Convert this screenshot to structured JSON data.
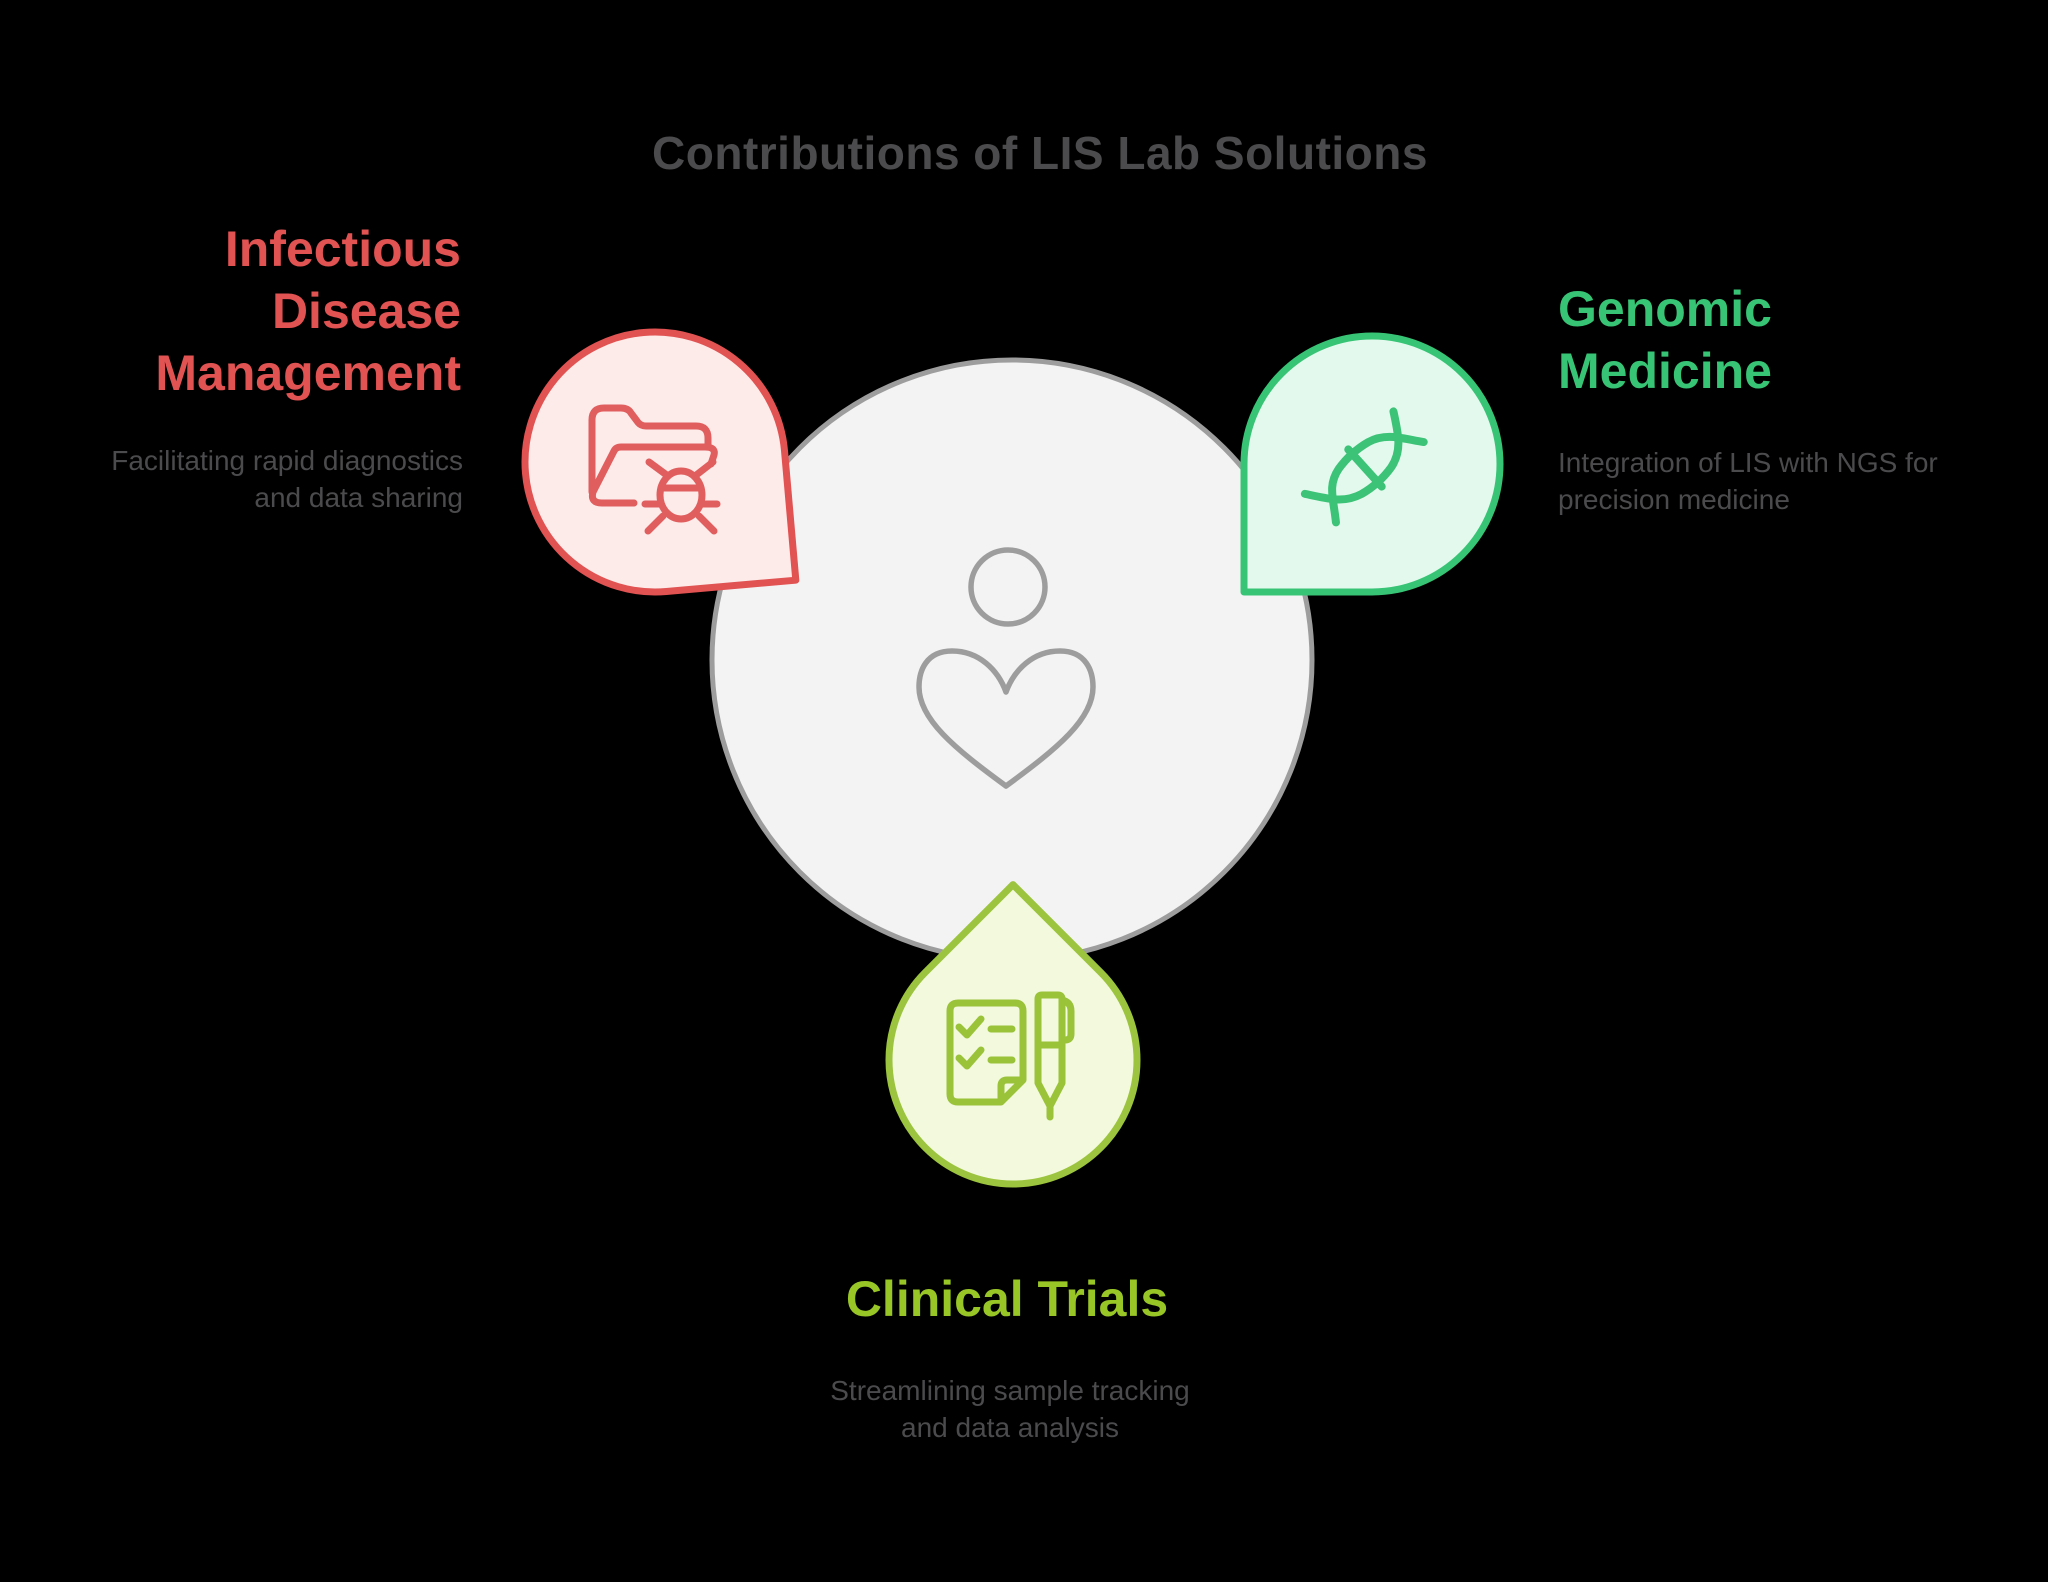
{
  "title": {
    "text": "Contributions of LIS Lab Solutions",
    "color": "#4b4b4d"
  },
  "center": {
    "icon": "person-heart",
    "fill": "#f3f3f4",
    "stroke": "#9d9d9d"
  },
  "nodes": [
    {
      "id": "infectious-disease-management",
      "heading": "Infectious\nDisease\nManagement",
      "description": "Facilitating rapid diagnostics\nand data sharing",
      "icon": "folder-bug",
      "accent": "#e15252",
      "bubble_fill": "#fcebe9"
    },
    {
      "id": "genomic-medicine",
      "heading": "Genomic\nMedicine",
      "description": "Integration of LIS with NGS for\nprecision medicine",
      "icon": "dna",
      "accent": "#38c475",
      "bubble_fill": "#e3f9ed"
    },
    {
      "id": "clinical-trials",
      "heading": "Clinical Trials",
      "description": "Streamlining sample tracking\nand data analysis",
      "icon": "checklist-pen",
      "accent": "#9cc43e",
      "heading_color": "#98c627",
      "bubble_fill": "#f3f9dd"
    }
  ],
  "text_color": "#4b4b4d"
}
